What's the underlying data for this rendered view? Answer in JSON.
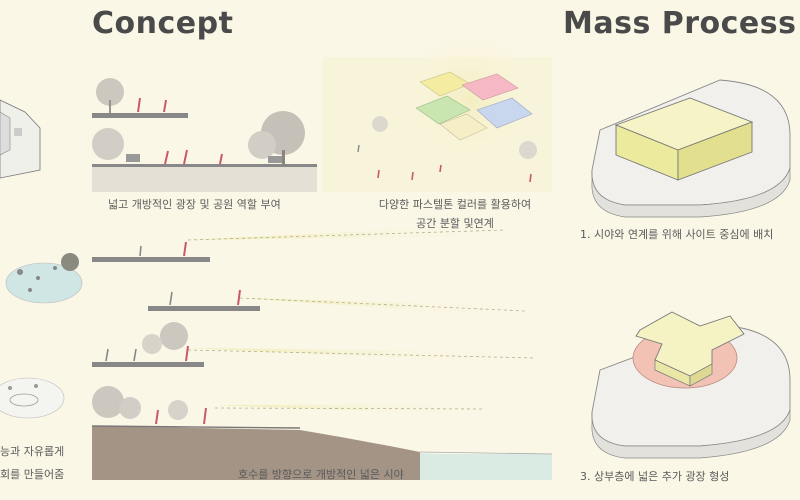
{
  "headings": {
    "concept": "Concept",
    "mass_process": "Mass Process"
  },
  "captions": {
    "plaza_role": "넓고 개방적인 광장 및 공원 역할 부여",
    "pastel_line1": "다양한 파스텔톤 컬러를 활용하여",
    "pastel_line2": "공간 분할 및연계",
    "lake_view": "호수를 방향으로 개방적인 넓은 시야",
    "step1": "1. 시야와 연계를 위해 사이트 중심에 배치",
    "step3": "3. 상부층에 넓은 추가 광장 형성",
    "left_partial1": "능과 자유롭게",
    "left_partial2": "회를 만들어줌"
  },
  "colors": {
    "background": "#fbf7e7",
    "heading": "#4a4a4a",
    "mass_yellow": "#f3f0b8",
    "mass_pink": "#f2c2b5",
    "pastel_green": "#c9e6b0",
    "pastel_pink": "#f5b8c4",
    "pastel_blue": "#c8d6ee",
    "pastel_yellow": "#f4eca0",
    "water": "#d9ebe2"
  }
}
